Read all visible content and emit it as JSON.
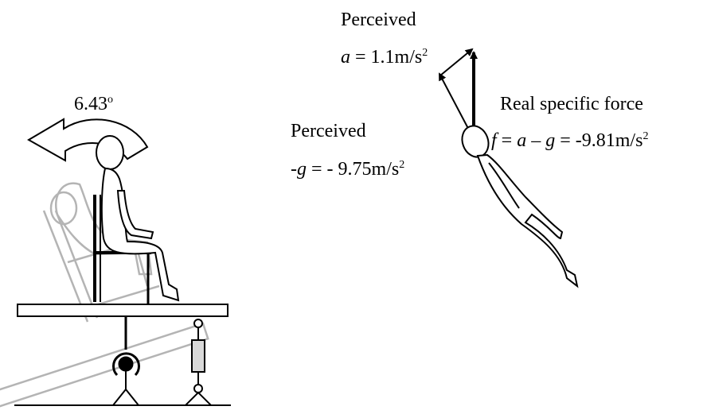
{
  "diagram": {
    "tilt_angle": {
      "value": "6.43",
      "unit": "o"
    },
    "perceived_accel": {
      "heading": "Perceived",
      "symbol": "a",
      "equals": " = ",
      "value": "1.1m/s",
      "exponent": "2"
    },
    "perceived_gravity": {
      "heading": "Perceived",
      "prefix": "-",
      "symbol": "g",
      "equals": " = - ",
      "value": "9.75m/s",
      "exponent": "2"
    },
    "real_force": {
      "heading": "Real specific force",
      "symbol_f": "f",
      "eq1": " = ",
      "symbol_a": "a",
      "minus": " – ",
      "symbol_g": "g",
      "eq2": " = ",
      "value": "-9.81m/s",
      "exponent": "2"
    },
    "colors": {
      "ink": "#000000",
      "ghost": "#b4b4b4"
    }
  }
}
